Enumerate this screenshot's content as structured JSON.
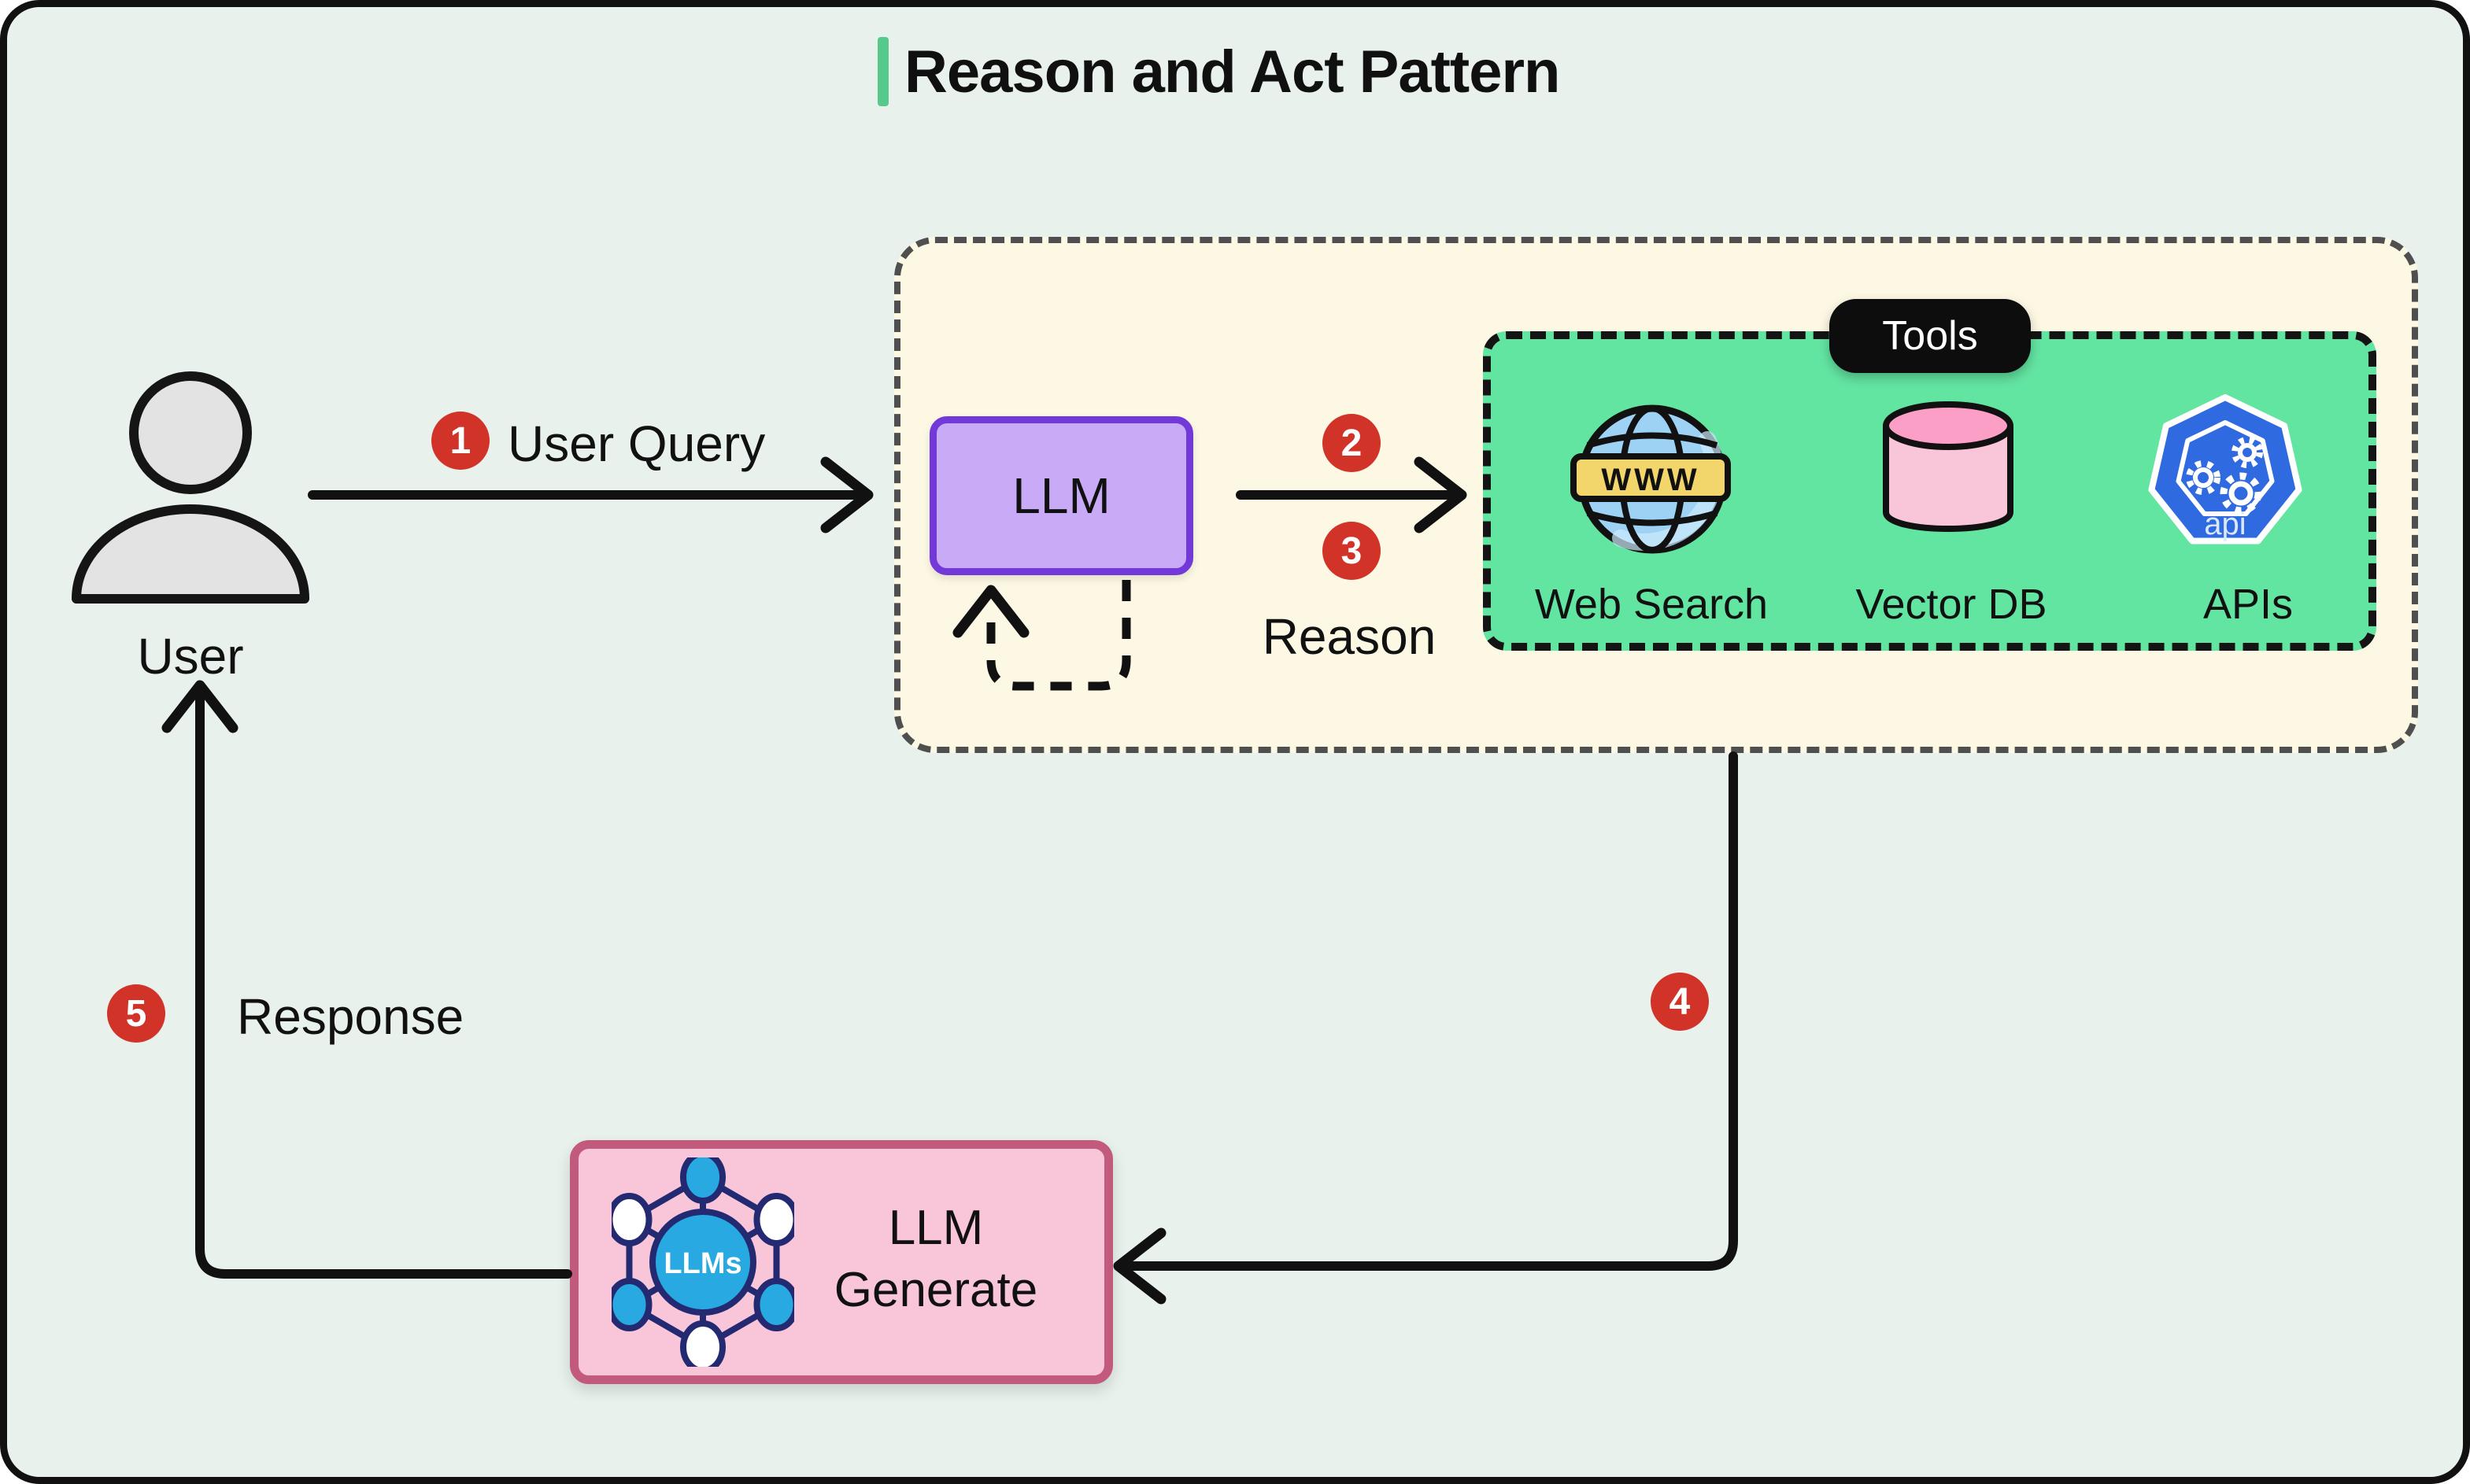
{
  "title": "Reason and Act Pattern",
  "nodes": {
    "user": {
      "label": "User"
    },
    "llm": {
      "label": "LLM"
    },
    "tools": {
      "label": "Tools",
      "items": [
        {
          "label": "Web Search",
          "icon": "globe-www-icon",
          "icon_text": "WWW"
        },
        {
          "label": "Vector DB",
          "icon": "database-cylinder-icon"
        },
        {
          "label": "APIs",
          "icon": "api-heptagon-icon",
          "icon_text": "api"
        }
      ]
    },
    "llm_generate": {
      "label_line1": "LLM",
      "label_line2": "Generate",
      "icon": "llm-network-icon",
      "icon_text": "LLMs"
    }
  },
  "steps": [
    {
      "number": "1",
      "label": "User Query"
    },
    {
      "number": "2",
      "label": ""
    },
    {
      "number": "3",
      "label": "Reason"
    },
    {
      "number": "4",
      "label": ""
    },
    {
      "number": "5",
      "label": "Response"
    }
  ],
  "colors": {
    "canvas_bg": "#e8f1ec",
    "frame_border": "#111111",
    "title_accent": "#57c98b",
    "react_box_bg": "#fcf8e4",
    "react_box_border": "#4f4f4f",
    "tools_box_bg": "#63e5a2",
    "tools_pill_bg": "#0d0d0d",
    "llm_box_bg": "#c8aaf6",
    "llm_box_border": "#7238d8",
    "generate_box_bg": "#f8c5d9",
    "generate_box_border": "#c25a7e",
    "badge_bg": "#d13328",
    "arrow": "#111111",
    "globe_blue": "#9ed2f4",
    "banner_yellow": "#f2d56b",
    "cylinder_pink": "#f8c6d8",
    "api_blue": "#2f6ae0",
    "network_blue": "#29a9e1"
  }
}
